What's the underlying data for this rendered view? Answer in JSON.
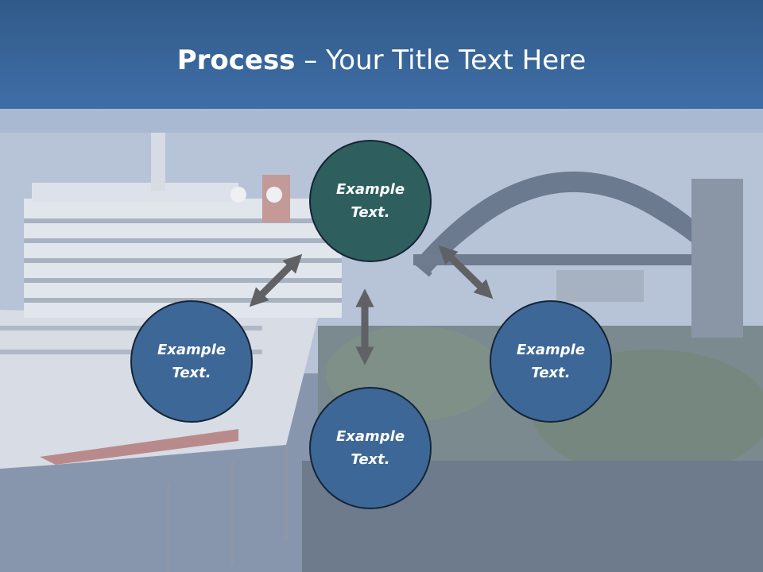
{
  "title": {
    "bold": "Process",
    "rest": " – Your Title Text Here"
  },
  "colors": {
    "header": "#3a679e",
    "circle_blue": "#3d6797",
    "circle_teal": "#2e5f5e",
    "arrow": "#5f6165"
  },
  "nodes": {
    "top": {
      "label": "Example Text."
    },
    "left": {
      "label": "Example Text."
    },
    "right": {
      "label": "Example Text."
    },
    "bottom": {
      "label": "Example Text."
    }
  }
}
